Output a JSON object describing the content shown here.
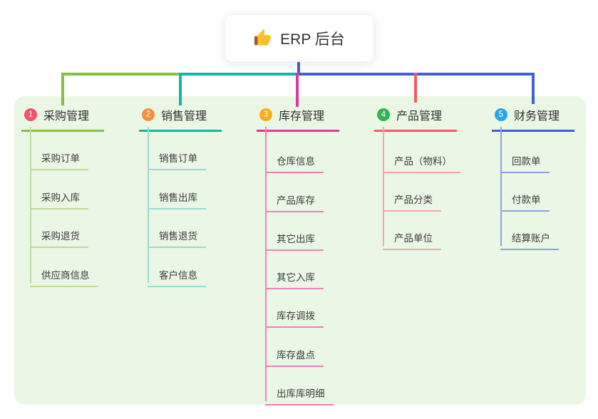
{
  "root": {
    "label": "ERP 后台",
    "icon": "thumbs-up"
  },
  "branches": [
    {
      "number": "1",
      "label": "采购管理",
      "line_color": "#85c043",
      "child_line_color": "#bcdf94",
      "badge_color": "#f4516c",
      "items": [
        "采购订单",
        "采购入库",
        "采购退货",
        "供应商信息"
      ]
    },
    {
      "number": "2",
      "label": "销售管理",
      "line_color": "#1ab3aa",
      "child_line_color": "#96dbd5",
      "badge_color": "#f78e3d",
      "items": [
        "销售订单",
        "销售出库",
        "销售退货",
        "客户信息"
      ]
    },
    {
      "number": "3",
      "label": "库存管理",
      "line_color": "#d93a9e",
      "child_line_color": "#f07ec0",
      "badge_color": "#f9ac18",
      "items": [
        "仓库信息",
        "产品库存",
        "其它出库",
        "其它入库",
        "库存调拨",
        "库存盘点",
        "出库库明细"
      ]
    },
    {
      "number": "4",
      "label": "产品管理",
      "line_color": "#f15e5e",
      "child_line_color": "#f8a5a5",
      "badge_color": "#2eb750",
      "items": [
        "产品（物料）",
        "产品分类",
        "产品单位"
      ]
    },
    {
      "number": "5",
      "label": "财务管理",
      "line_color": "#3e62cf",
      "child_line_color": "#8ba3e2",
      "badge_color": "#2aa5e8",
      "items": [
        "回款单",
        "付款单",
        "结算账户"
      ]
    }
  ],
  "colors": {
    "panel_bg": "#ebf7e5",
    "canvas_bg": "#ffffff",
    "root_stub": "#4c5fd4",
    "text_title": "#2d2d2d",
    "text_item": "#3b3b3b"
  }
}
